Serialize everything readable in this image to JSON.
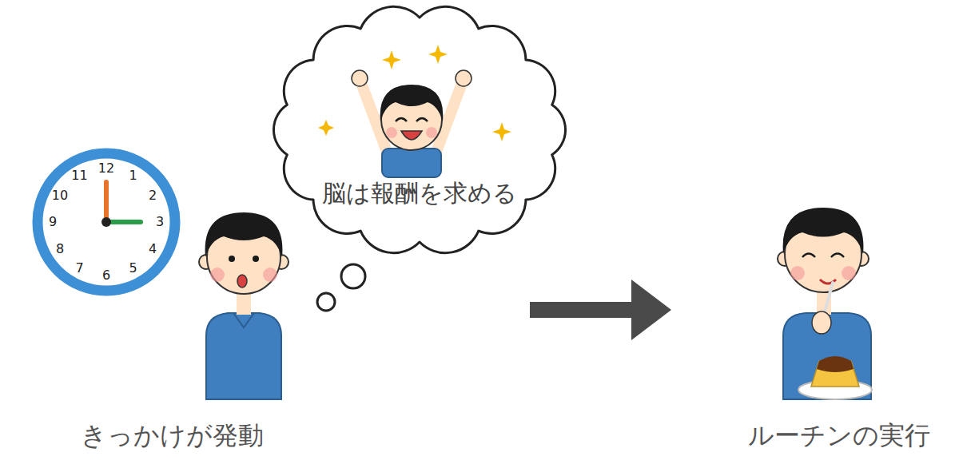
{
  "diagram": {
    "nodes": [
      {
        "text": [
          "脳は報酬を求める"
        ]
      }
    ],
    "labels": [
      "12",
      "1",
      "2",
      "3",
      "4",
      "5",
      "6",
      "7",
      "8",
      "9",
      "10",
      "11",
      "きっかけが発動",
      "ルーチンの実行"
    ]
  }
}
